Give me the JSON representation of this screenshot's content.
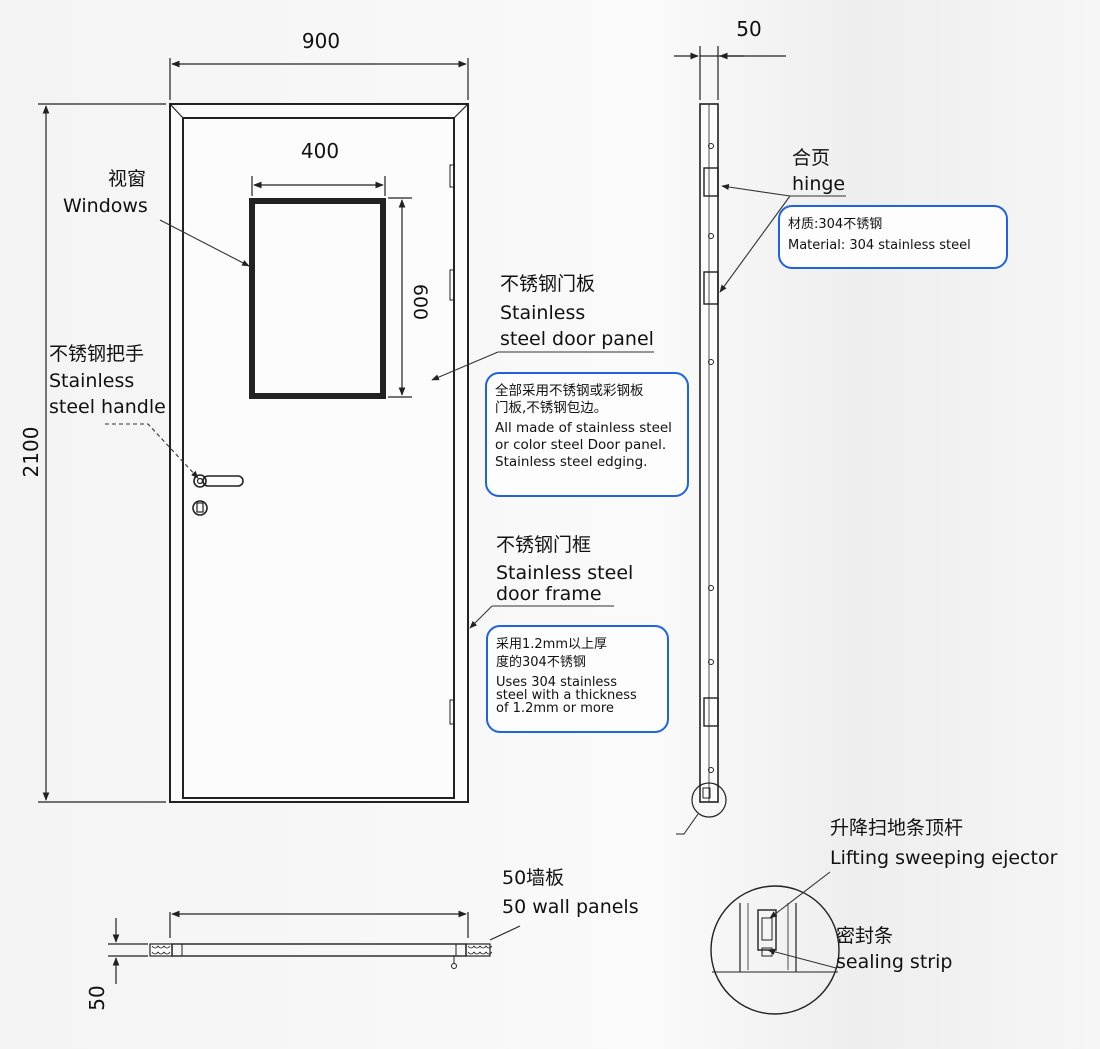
{
  "dimensions": {
    "door_width": "900",
    "door_height": "2100",
    "window_width": "400",
    "window_height": "600",
    "frame_depth": "50",
    "wall_panel_thickness": "50"
  },
  "labels": {
    "window": {
      "zh": "视窗",
      "en": "Windows"
    },
    "handle": {
      "zh": "不锈钢把手",
      "en1": "Stainless",
      "en2": "steel handle"
    },
    "door_panel": {
      "zh": "不锈钢门板",
      "en1": "Stainless",
      "en2": "steel door panel"
    },
    "door_frame": {
      "zh": "不锈钢门框",
      "en1": "Stainless steel",
      "en2": "door frame"
    },
    "hinge": {
      "zh": "合页",
      "en": "hinge"
    },
    "wall_panels": {
      "zh": "50墙板",
      "en": "50 wall panels"
    },
    "ejector": {
      "zh": "升降扫地条顶杆",
      "en": "Lifting sweeping ejector"
    },
    "sealing": {
      "zh": "密封条",
      "en": "sealing strip"
    }
  },
  "notes": {
    "hinge_material": {
      "zh": "材质:304不锈钢",
      "en": "Material: 304 stainless steel"
    },
    "door_panel": {
      "zh1": "全部采用不锈钢或彩钢板",
      "zh2": "门板,不锈钢包边。",
      "en1": "All made of stainless steel",
      "en2": "or color steel Door panel.",
      "en3": "Stainless steel edging."
    },
    "door_frame": {
      "zh1": "采用1.2mm以上厚",
      "zh2": "度的304不锈钢",
      "en1": "Uses 304 stainless",
      "en2": "steel with a thickness",
      "en3": "of 1.2mm or more"
    }
  },
  "colors": {
    "line": "#222222",
    "callout_border": "#1f63e0"
  }
}
